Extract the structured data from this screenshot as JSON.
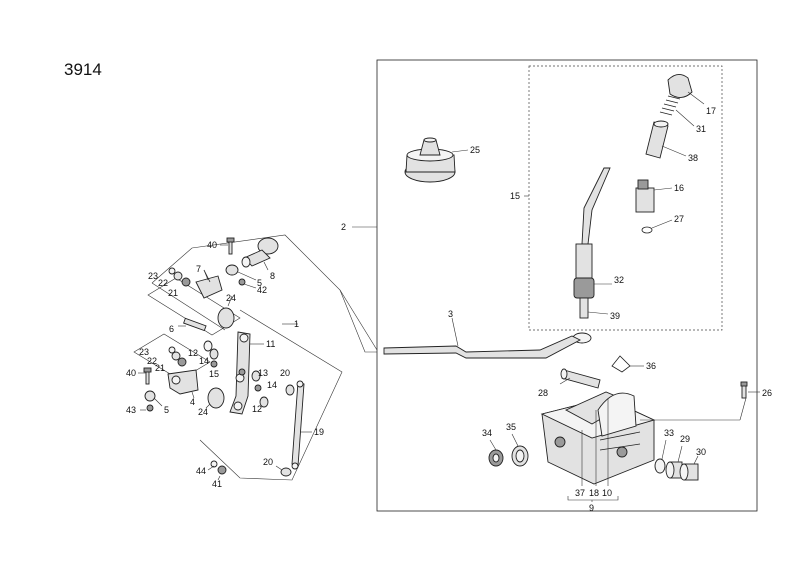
{
  "figure": {
    "number": "3914"
  },
  "callouts": {
    "c1": "1",
    "c2": "2",
    "c3": "3",
    "c4": "4",
    "c5a": "5",
    "c5b": "5",
    "c6": "6",
    "c7": "7",
    "c8": "8",
    "c9": "9",
    "c10": "10",
    "c11": "11",
    "c12a": "12",
    "c12b": "12",
    "c13": "13",
    "c14a": "14",
    "c14b": "14",
    "c15a": "15",
    "c15b": "15",
    "c16": "16",
    "c17": "17",
    "c18": "18",
    "c19": "19",
    "c20a": "20",
    "c20b": "20",
    "c21a": "21",
    "c21b": "21",
    "c22a": "22",
    "c22b": "22",
    "c23a": "23",
    "c23b": "23",
    "c24a": "24",
    "c24b": "24",
    "c25": "25",
    "c26": "26",
    "c27": "27",
    "c28": "28",
    "c29": "29",
    "c30": "30",
    "c31": "31",
    "c32": "32",
    "c33": "33",
    "c34": "34",
    "c35": "35",
    "c36": "36",
    "c37": "37",
    "c38": "38",
    "c39": "39",
    "c40a": "40",
    "c40b": "40",
    "c41": "41",
    "c42": "42",
    "c43": "43",
    "c44": "44"
  }
}
